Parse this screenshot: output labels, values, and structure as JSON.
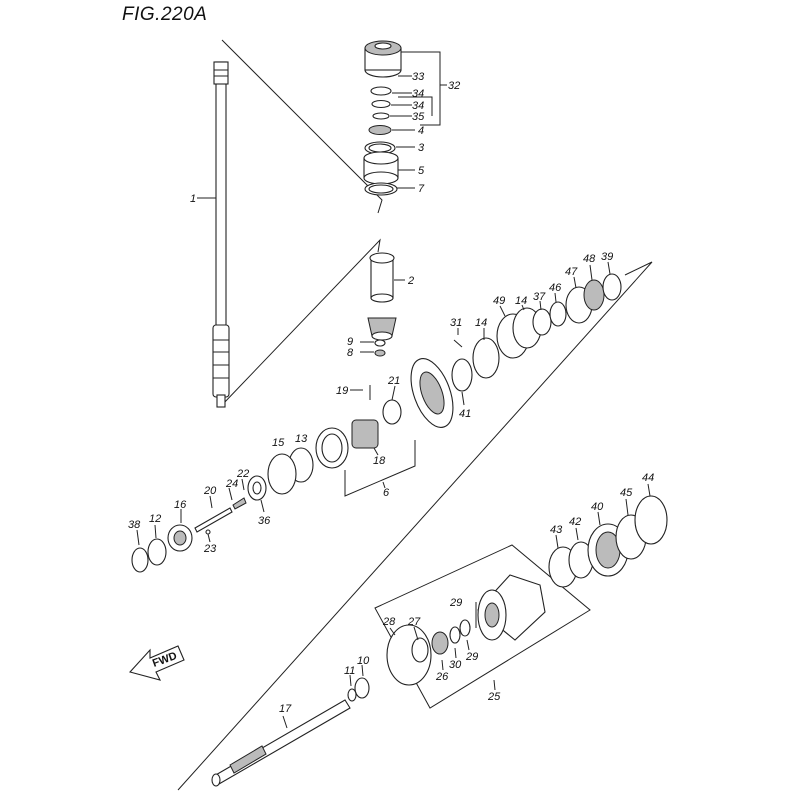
{
  "figure": {
    "title": "FIG.220A",
    "fwd_label": "FWD"
  },
  "labels": [
    {
      "id": "p1",
      "text": "1"
    },
    {
      "id": "p2",
      "text": "2"
    },
    {
      "id": "p3",
      "text": "3"
    },
    {
      "id": "p4",
      "text": "4"
    },
    {
      "id": "p5",
      "text": "5"
    },
    {
      "id": "p6",
      "text": "6"
    },
    {
      "id": "p7",
      "text": "7"
    },
    {
      "id": "p8",
      "text": "8"
    },
    {
      "id": "p9",
      "text": "9"
    },
    {
      "id": "p10",
      "text": "10"
    },
    {
      "id": "p11",
      "text": "11"
    },
    {
      "id": "p12",
      "text": "12"
    },
    {
      "id": "p13",
      "text": "13"
    },
    {
      "id": "p14a",
      "text": "14"
    },
    {
      "id": "p14b",
      "text": "14"
    },
    {
      "id": "p15",
      "text": "15"
    },
    {
      "id": "p16",
      "text": "16"
    },
    {
      "id": "p17",
      "text": "17"
    },
    {
      "id": "p18",
      "text": "18"
    },
    {
      "id": "p19",
      "text": "19"
    },
    {
      "id": "p20",
      "text": "20"
    },
    {
      "id": "p21",
      "text": "21"
    },
    {
      "id": "p22",
      "text": "22"
    },
    {
      "id": "p23",
      "text": "23"
    },
    {
      "id": "p24",
      "text": "24"
    },
    {
      "id": "p25",
      "text": "25"
    },
    {
      "id": "p26",
      "text": "26"
    },
    {
      "id": "p27",
      "text": "27"
    },
    {
      "id": "p28",
      "text": "28"
    },
    {
      "id": "p29a",
      "text": "29"
    },
    {
      "id": "p29b",
      "text": "29"
    },
    {
      "id": "p30",
      "text": "30"
    },
    {
      "id": "p31",
      "text": "31"
    },
    {
      "id": "p32",
      "text": "32"
    },
    {
      "id": "p33",
      "text": "33"
    },
    {
      "id": "p34a",
      "text": "34"
    },
    {
      "id": "p34b",
      "text": "34"
    },
    {
      "id": "p35",
      "text": "35"
    },
    {
      "id": "p36",
      "text": "36"
    },
    {
      "id": "p37",
      "text": "37"
    },
    {
      "id": "p38",
      "text": "38"
    },
    {
      "id": "p39",
      "text": "39"
    },
    {
      "id": "p40",
      "text": "40"
    },
    {
      "id": "p41",
      "text": "41"
    },
    {
      "id": "p42",
      "text": "42"
    },
    {
      "id": "p43",
      "text": "43"
    },
    {
      "id": "p44",
      "text": "44"
    },
    {
      "id": "p45",
      "text": "45"
    },
    {
      "id": "p46",
      "text": "46"
    },
    {
      "id": "p47",
      "text": "47"
    },
    {
      "id": "p48",
      "text": "48"
    },
    {
      "id": "p49",
      "text": "49"
    }
  ]
}
